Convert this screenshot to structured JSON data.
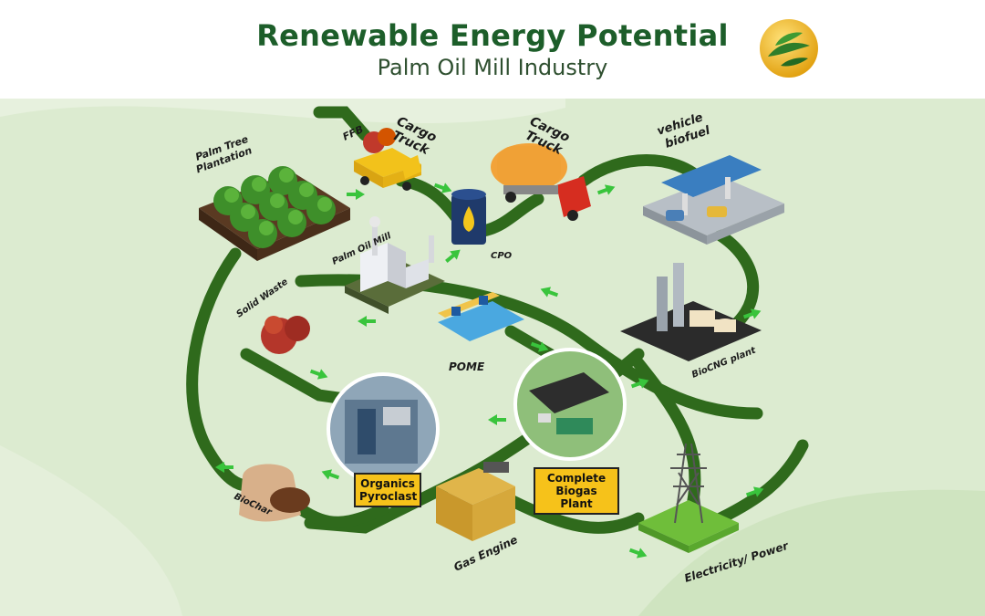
{
  "title": "Renewable Energy Potential",
  "subtitle": "Palm Oil Mill Industry",
  "logo_icon": "leaf-sun-logo-icon",
  "colors": {
    "title_green": "#1d5e2a",
    "background": "#dcebd0",
    "flow_line": "#2f6a1c",
    "arrow": "#39c43c",
    "label_box": "#f6c21a"
  },
  "labels": {
    "palm_tree_plantation": [
      "Palm Tree",
      "Plantation"
    ],
    "ffb": "FFB",
    "cargo_truck_1": [
      "Cargo",
      "Truck"
    ],
    "cargo_truck_2": [
      "Cargo",
      "Truck"
    ],
    "vehicle_biofuel": [
      "vehicle",
      "biofuel"
    ],
    "palm_oil_mill": "Palm Oil Mill",
    "cpo": "CPO",
    "solid_waste": "Solid Waste",
    "pome": "POME",
    "biocng_plant": "BioCNG plant",
    "organics_pyroclast": [
      "Organics",
      "Pyroclast"
    ],
    "complete_biogas_plant": [
      "Complete",
      "Biogas Plant"
    ],
    "biochar": "BioChar",
    "gas_engine": "Gas Engine",
    "electricity_power": "Electricity/ Power"
  }
}
